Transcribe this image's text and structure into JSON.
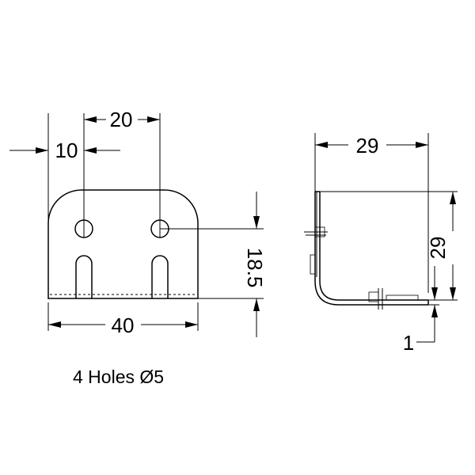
{
  "dimensions": {
    "hole_spacing": "20",
    "edge_to_hole": "10",
    "overall_width": "40",
    "hole_height": "18.5",
    "side_depth": "29",
    "side_height": "29",
    "thickness": "1"
  },
  "note": "4 Holes Ø5"
}
